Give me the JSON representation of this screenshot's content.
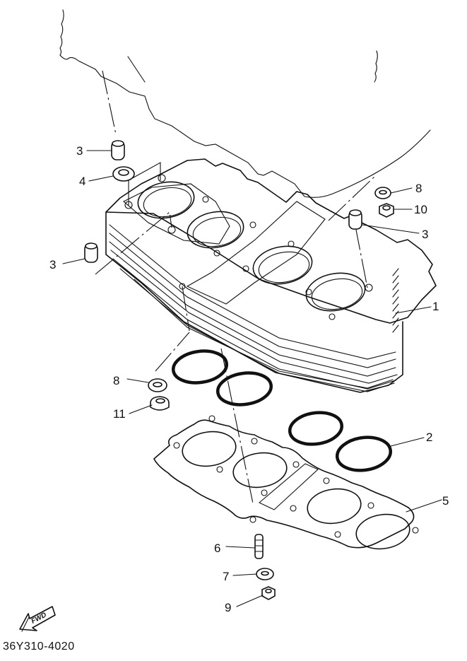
{
  "title": "Cylinder exploded parts diagram",
  "diagram_code": "36Y310-4020",
  "direction_marker": {
    "label": "FWD",
    "icon": "forward-arrow-icon"
  },
  "callouts": [
    {
      "number": "1",
      "part": "cylinder"
    },
    {
      "number": "2",
      "part": "o-ring"
    },
    {
      "number": "3",
      "part": "dowel pin (upper left)"
    },
    {
      "number": "4",
      "part": "washer"
    },
    {
      "number": "3",
      "part": "dowel pin (right)"
    },
    {
      "number": "3",
      "part": "dowel pin (lower left)"
    },
    {
      "number": "5",
      "part": "cylinder gasket"
    },
    {
      "number": "6",
      "part": "stud bolt"
    },
    {
      "number": "7",
      "part": "plain washer"
    },
    {
      "number": "8",
      "part": "washer (upper right)"
    },
    {
      "number": "8",
      "part": "washer (left)"
    },
    {
      "number": "9",
      "part": "nut (lower)"
    },
    {
      "number": "10",
      "part": "nut (upper right)"
    },
    {
      "number": "11",
      "part": "nut (left)"
    }
  ]
}
